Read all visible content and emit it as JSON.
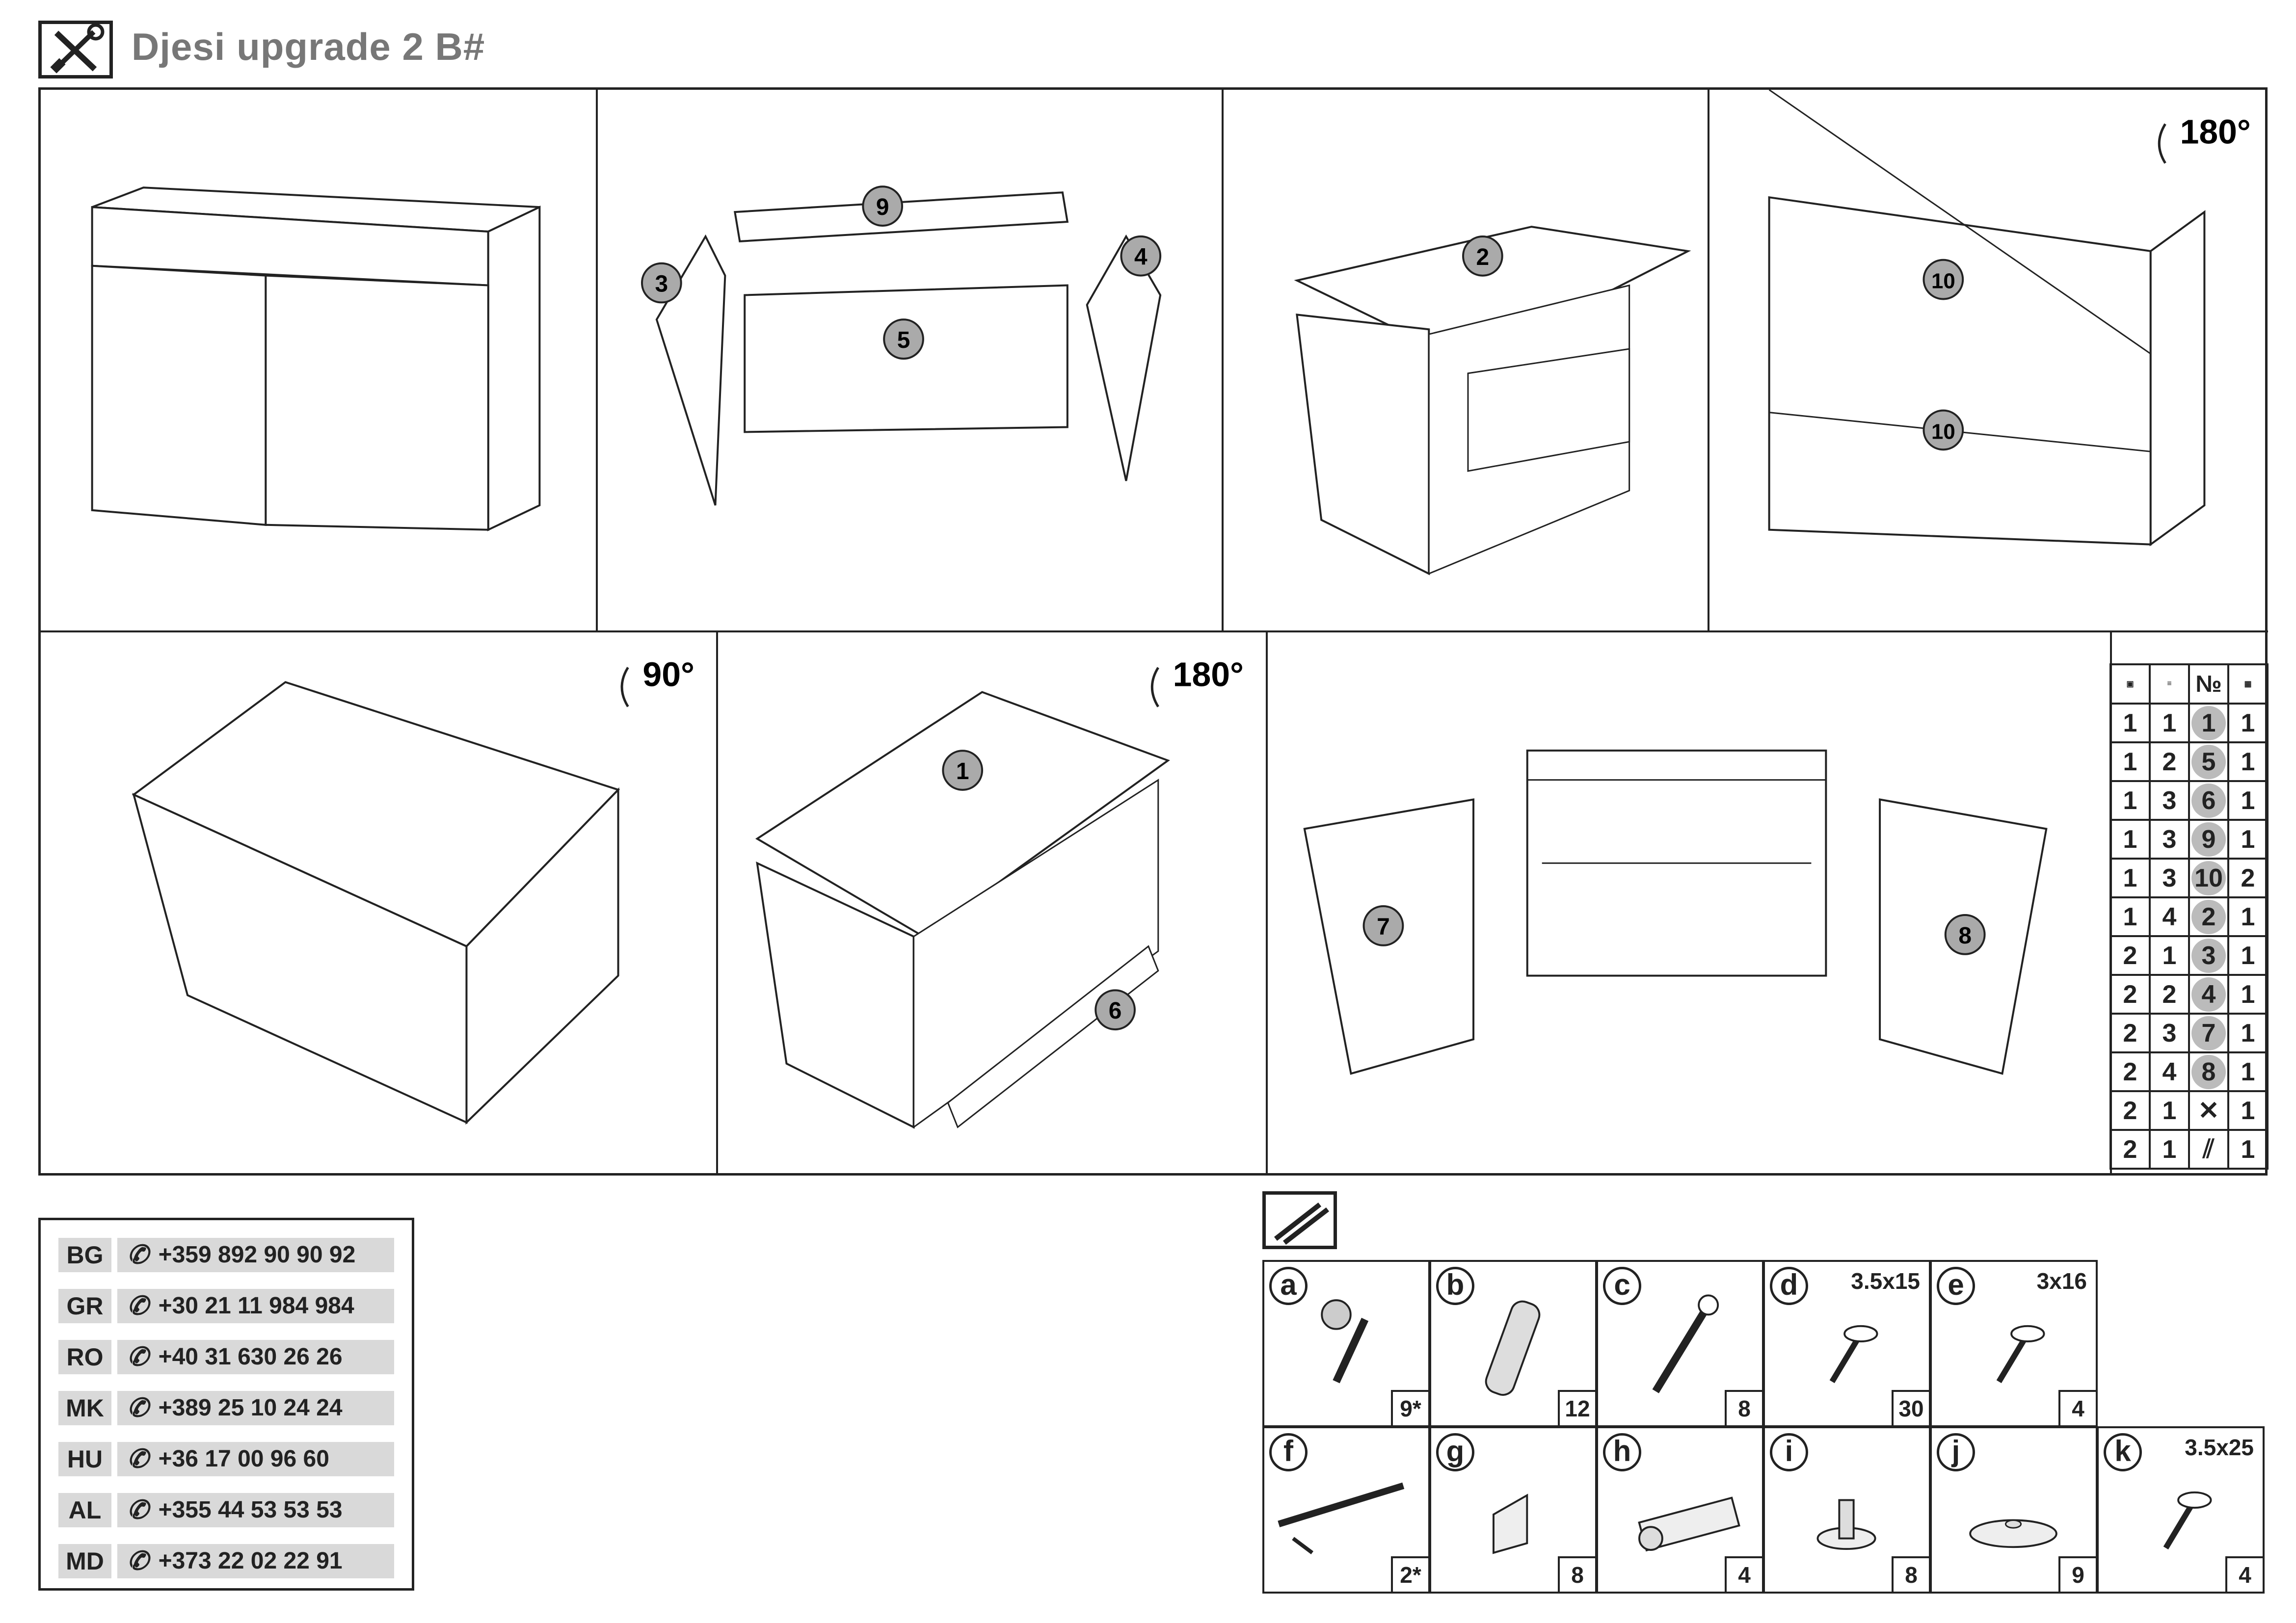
{
  "header": {
    "title": "Djesi upgrade 2 B#",
    "icon": "tools-icon"
  },
  "steps": {
    "s1": {},
    "s2": {
      "circle_labels": [
        "9",
        "3",
        "4",
        "5"
      ]
    },
    "s3": {
      "circle_labels": [
        "2"
      ]
    },
    "s4": {
      "rotation": "180°",
      "circle_labels": [
        "10",
        "10"
      ]
    },
    "s5": {
      "rotation": "90°"
    },
    "s6": {
      "rotation": "180°",
      "circle_labels": [
        "1",
        "6"
      ]
    },
    "s7": {
      "circle_labels": [
        "7",
        "8"
      ]
    }
  },
  "parts_table": {
    "header_icons": [
      "package-icon",
      "layers-icon",
      "number-sign",
      "panel-icon"
    ],
    "header_no": "№",
    "rows": [
      {
        "pkg": "1",
        "layer": "1",
        "no": "1",
        "qty": "1"
      },
      {
        "pkg": "1",
        "layer": "2",
        "no": "5",
        "qty": "1"
      },
      {
        "pkg": "1",
        "layer": "3",
        "no": "6",
        "qty": "1"
      },
      {
        "pkg": "1",
        "layer": "3",
        "no": "9",
        "qty": "1"
      },
      {
        "pkg": "1",
        "layer": "3",
        "no": "10",
        "qty": "2"
      },
      {
        "pkg": "1",
        "layer": "4",
        "no": "2",
        "qty": "1"
      },
      {
        "pkg": "2",
        "layer": "1",
        "no": "3",
        "qty": "1"
      },
      {
        "pkg": "2",
        "layer": "2",
        "no": "4",
        "qty": "1"
      },
      {
        "pkg": "2",
        "layer": "3",
        "no": "7",
        "qty": "1"
      },
      {
        "pkg": "2",
        "layer": "4",
        "no": "8",
        "qty": "1"
      },
      {
        "pkg": "2",
        "layer": "1",
        "no": "",
        "icon": "tools-icon",
        "qty": "1"
      },
      {
        "pkg": "2",
        "layer": "1",
        "no": "",
        "icon": "screws-icon",
        "qty": "1"
      }
    ]
  },
  "contacts": [
    {
      "code": "BG",
      "phone": "+359 892 90 90 92"
    },
    {
      "code": "GR",
      "phone": "+30 21 11 984 984"
    },
    {
      "code": "RO",
      "phone": "+40 31 630 26 26"
    },
    {
      "code": "MK",
      "phone": "+389 25 10 24 24"
    },
    {
      "code": "HU",
      "phone": "+36 17 00 96 60"
    },
    {
      "code": "AL",
      "phone": "+355 44 53 53 53"
    },
    {
      "code": "MD",
      "phone": "+373 22 02 22 91"
    }
  ],
  "hardware": [
    {
      "letter": "a",
      "size": "",
      "qty": "9*",
      "icon": "cam-lock-icon"
    },
    {
      "letter": "b",
      "size": "",
      "qty": "12",
      "icon": "dowel-icon"
    },
    {
      "letter": "c",
      "size": "",
      "qty": "8",
      "icon": "confirmat-screw-icon"
    },
    {
      "letter": "d",
      "size": "3.5x15",
      "qty": "30",
      "icon": "screw-icon"
    },
    {
      "letter": "e",
      "size": "3x16",
      "qty": "4",
      "icon": "screw-icon"
    },
    {
      "letter": "f",
      "size": "",
      "qty": "2*",
      "icon": "handle-icon"
    },
    {
      "letter": "g",
      "size": "",
      "qty": "8",
      "icon": "bracket-icon"
    },
    {
      "letter": "h",
      "size": "",
      "qty": "4",
      "icon": "hinge-icon"
    },
    {
      "letter": "i",
      "size": "",
      "qty": "8",
      "icon": "shelf-pin-icon"
    },
    {
      "letter": "j",
      "size": "",
      "qty": "9",
      "icon": "foot-pad-icon"
    },
    {
      "letter": "k",
      "size": "3.5x25",
      "qty": "4",
      "icon": "screw-icon"
    }
  ]
}
